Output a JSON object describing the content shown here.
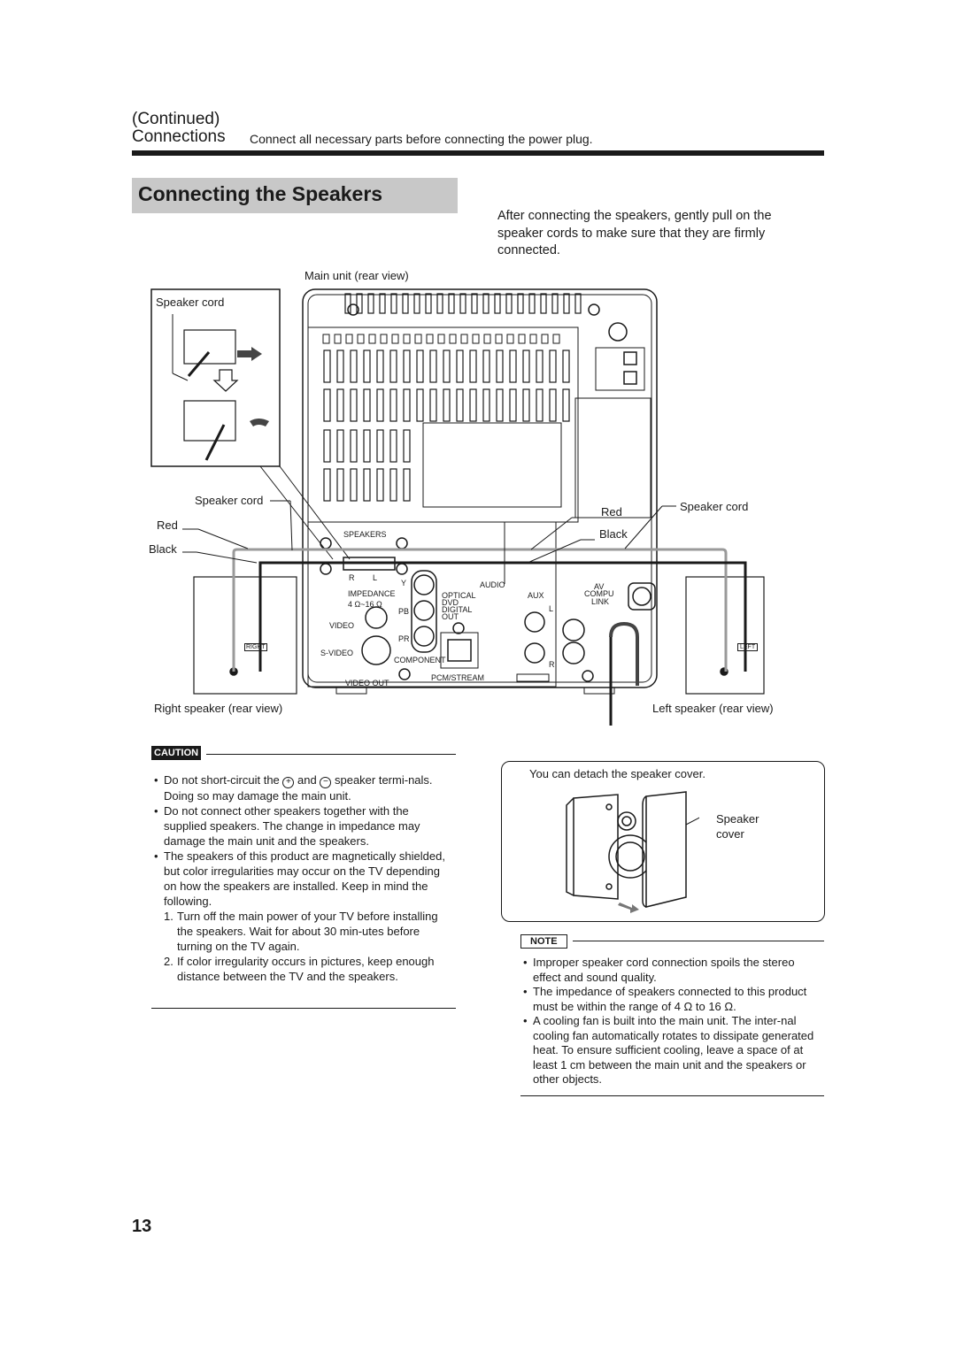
{
  "header": {
    "continued": "(Continued)",
    "title": "Connections",
    "subtitle": "Connect all necessary parts before connecting the power plug."
  },
  "section": {
    "heading": "Connecting the Speakers",
    "intro": "After connecting the speakers, gently pull on the speaker cords to make sure that they are firmly connected."
  },
  "diagram": {
    "main_unit_label": "Main unit (rear view)",
    "speaker_cord_top": "Speaker cord",
    "speaker_cord_left": "Speaker cord",
    "speaker_cord_right": "Speaker cord",
    "red_left": "Red",
    "black_left": "Black",
    "red_right": "Red",
    "black_right": "Black",
    "right_speaker": "Right speaker (rear view)",
    "left_speaker": "Left speaker (rear view)",
    "right_tag": "RIGHT",
    "left_tag": "LEFT",
    "panel": {
      "speakers": "SPEAKERS",
      "r": "R",
      "l": "L",
      "impedance": "IMPEDANCE",
      "ohms": "4 Ω~16 Ω",
      "video": "VIDEO",
      "svideo": "S-VIDEO",
      "video_out": "VIDEO OUT",
      "component": "COMPONENT",
      "y": "Y",
      "pb": "PB",
      "pr": "PR",
      "audio": "AUDIO",
      "optical": "OPTICAL",
      "dvd": "DVD",
      "digital": "DIGITAL",
      "out": "OUT",
      "pcm": "PCM/STREAM",
      "aux": "AUX",
      "av": "AV",
      "compu": "COMPU",
      "link": "LINK",
      "aux_l": "L",
      "aux_r": "R"
    }
  },
  "caution": {
    "tag": "CAUTION",
    "item1_a": "Do not short-circuit the",
    "item1_b": "and",
    "item1_c": "speaker termi-nals. Doing so may damage the main unit.",
    "item2": "Do not connect other speakers together with the supplied speakers. The change in impedance may damage the main unit and the speakers.",
    "item3": "The speakers of this product are magnetically shielded, but color irregularities may occur on the TV depending on how the speakers are installed. Keep in mind the following.",
    "step1_num": "1.",
    "step1": "Turn off the main power of your TV before installing the speakers. Wait for about 30 min-utes before turning on the TV again.",
    "step2_num": "2.",
    "step2": "If color irregularity occurs in pictures, keep enough distance between the TV and the speakers."
  },
  "detach": {
    "text": "You can detach the speaker cover.",
    "speaker_label": "Speaker",
    "cover_label": "cover"
  },
  "note": {
    "tag": "NOTE",
    "item1": "Improper speaker cord connection spoils the stereo effect and sound quality.",
    "item2": "The impedance of speakers connected to this product must be within the range of 4 Ω to 16 Ω.",
    "item3": "A cooling fan is built into the main unit. The inter-nal cooling fan automatically rotates to dissipate generated heat. To ensure sufficient cooling, leave a space of at least 1 cm between the main unit and the speakers or other objects."
  },
  "page_number": "13"
}
